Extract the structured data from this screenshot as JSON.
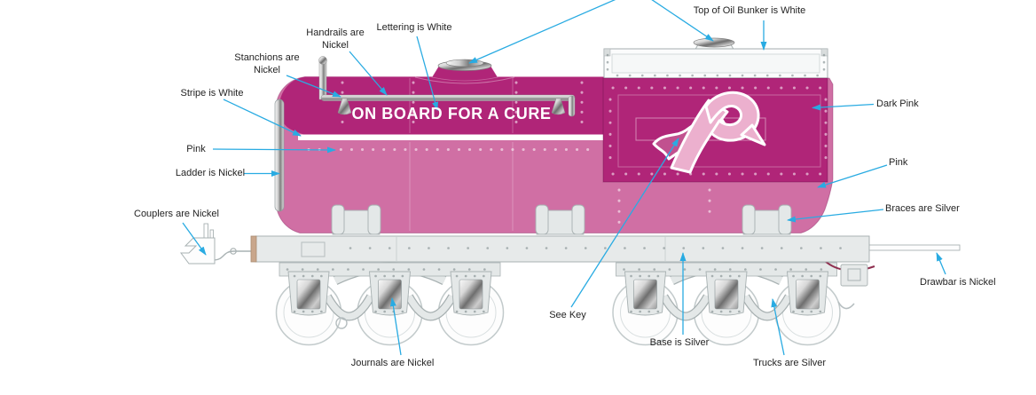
{
  "diagram": {
    "subject": "pink tank car parts diagram",
    "slogan": "ON BOARD FOR A CURE",
    "colors": {
      "dark_pink": "#b02578",
      "pink": "#d06fa4",
      "ribbon_pink": "#ecb0ce",
      "banner_pink": "#c1518f",
      "callout_blue": "#29abe2",
      "silver": "#e4e8e8",
      "white": "#ffffff",
      "nickel": "#bdbdbd"
    },
    "labels": {
      "handrails": "Handrails are Nickel",
      "stanchions": "Stanchions are Nickel",
      "lettering": "Lettering is White",
      "stripe": "Stripe is White",
      "pink_left": "Pink",
      "ladder": "Ladder is Nickel",
      "couplers": "Couplers are Nickel",
      "bunker_top": "Top of Oil Bunker is White",
      "dark_pink": "Dark Pink",
      "pink_right": "Pink",
      "braces": "Braces are Silver",
      "drawbar": "Drawbar is Nickel",
      "see_key": "See Key",
      "base": "Base is Silver",
      "trucks": "Trucks are Silver",
      "journals": "Journals are Nickel"
    }
  }
}
